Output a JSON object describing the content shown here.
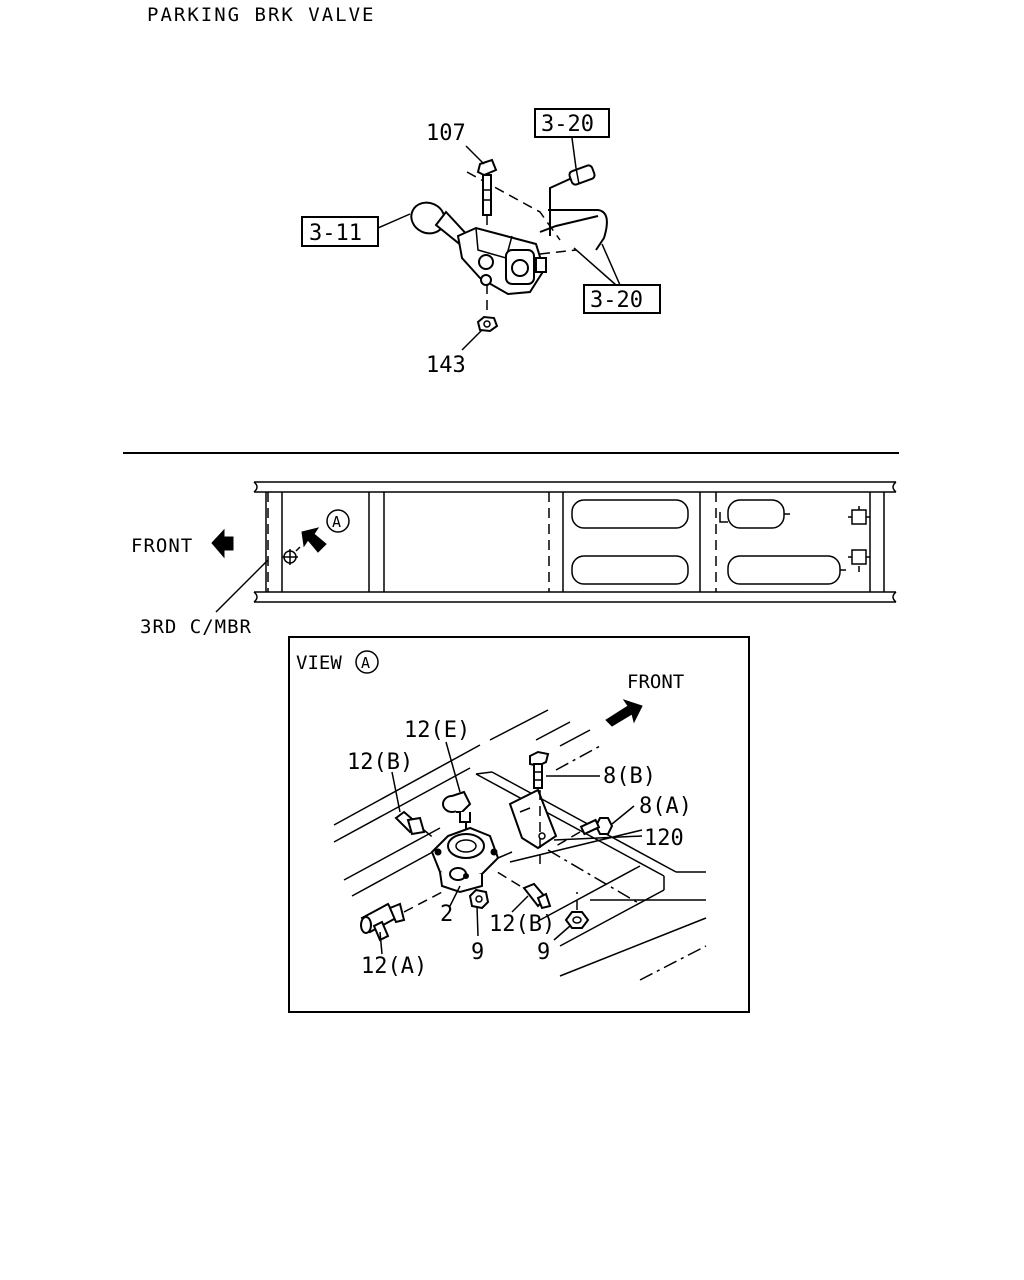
{
  "title": "PARKING BRK VALVE",
  "top_view": {
    "callouts": {
      "bolt": "107",
      "nut": "143",
      "ref_pipe_top": "3-20",
      "ref_knob": "3-11",
      "ref_pipe_bottom": "3-20"
    }
  },
  "chassis_view": {
    "front_label": "FRONT",
    "view_marker": "A",
    "crossmember_label": "3RD C/MBR"
  },
  "detail_view": {
    "view_label": "VIEW",
    "view_marker": "A",
    "front_label": "FRONT",
    "callouts": {
      "fitting_e": "12(E)",
      "fitting_b_upper": "12(B)",
      "bolt_b": "8(B)",
      "bolt_a": "8(A)",
      "bracket": "120",
      "valve": "2",
      "fitting_b_lower": "12(B)",
      "nut_left": "9",
      "nut_right": "9",
      "tee_a": "12(A)"
    }
  }
}
